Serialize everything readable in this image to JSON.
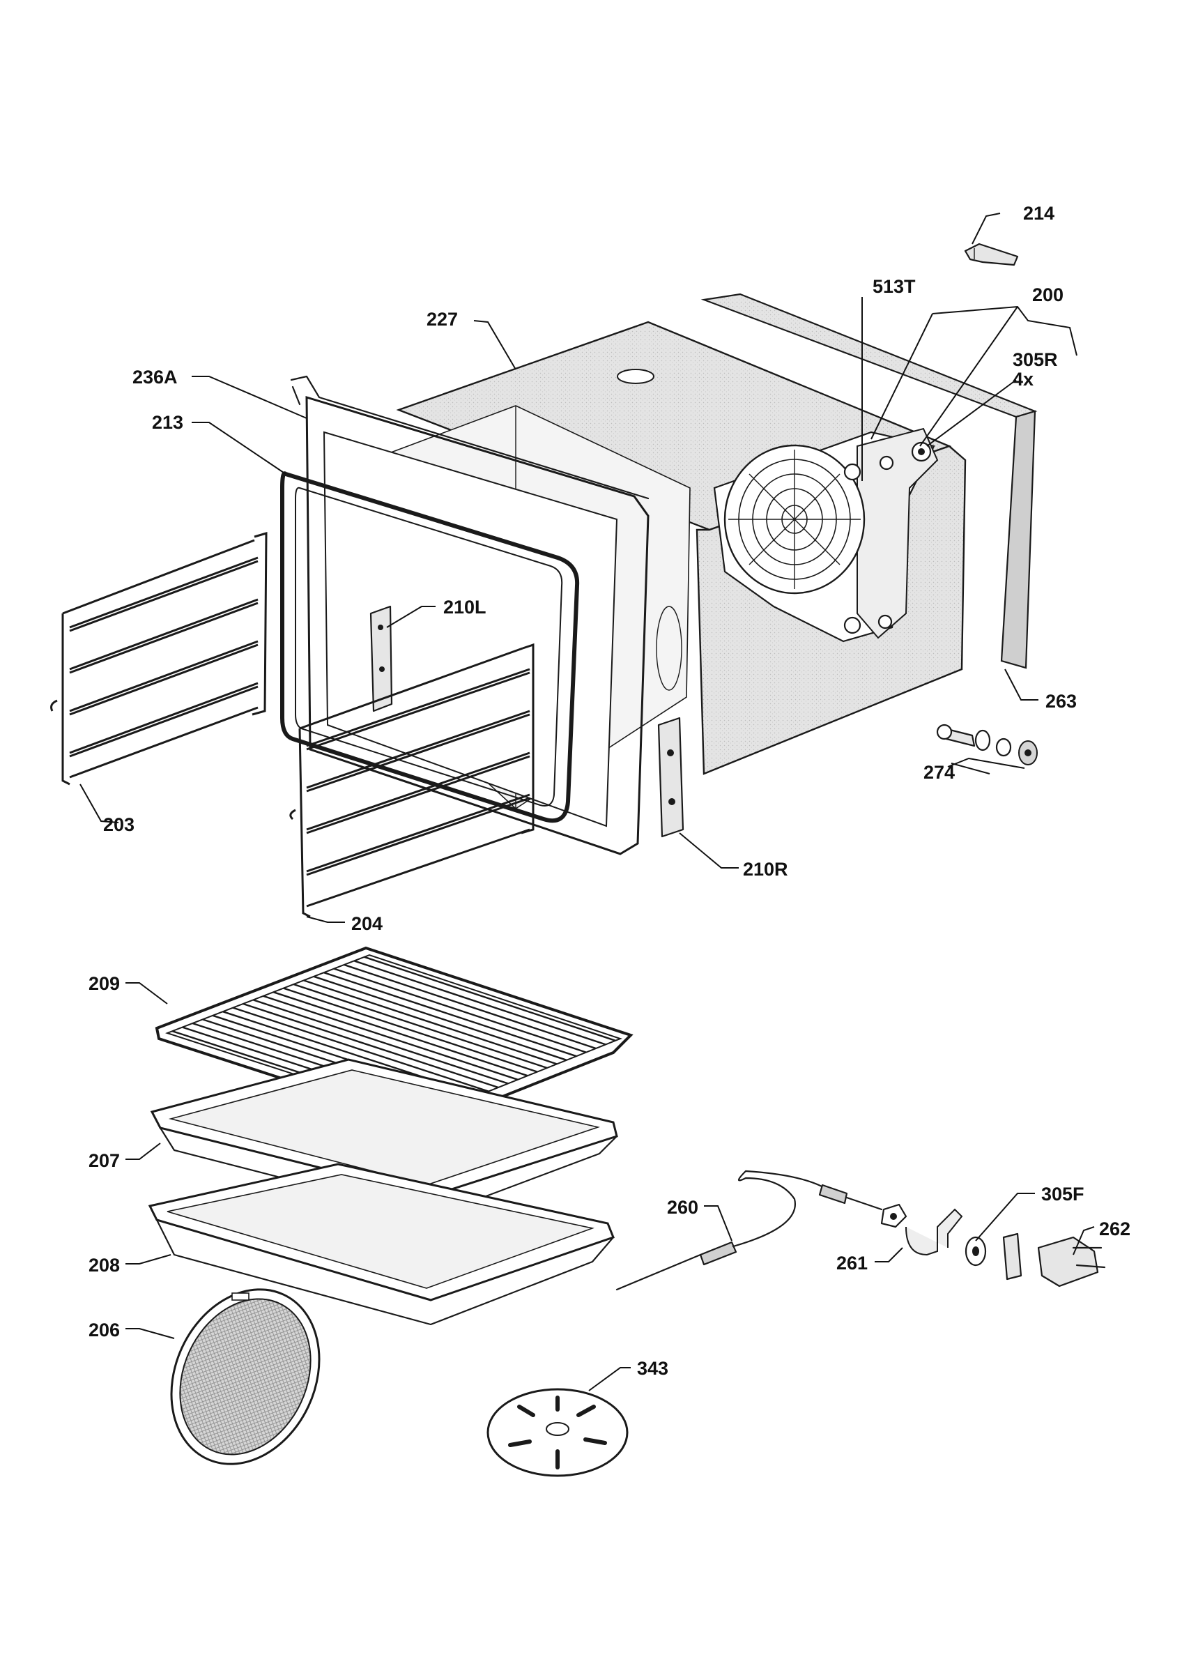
{
  "title": "",
  "labels": {
    "p214": "214",
    "p513T": "513T",
    "p200": "200",
    "p227": "227",
    "p305R": "305R",
    "p4x": "4x",
    "p236A": "236A",
    "p213": "213",
    "p210L": "210L",
    "p263": "263",
    "p274": "274",
    "p203": "203",
    "p210R": "210R",
    "p204": "204",
    "p209": "209",
    "p207": "207",
    "p260": "260",
    "p305F": "305F",
    "p262": "262",
    "p261": "261",
    "p208": "208",
    "p206": "206",
    "p343": "343"
  },
  "colors": {
    "line": "#1a1a1a",
    "shade": "#e6e6e6",
    "background": "#ffffff"
  }
}
